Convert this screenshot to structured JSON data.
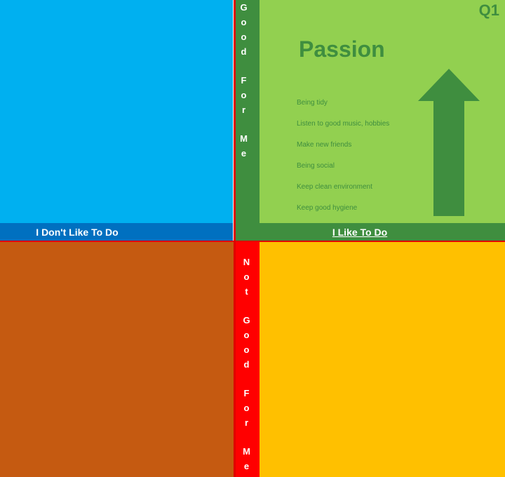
{
  "quadrants": {
    "top_left": {
      "color": "#00B0F0"
    },
    "top_right": {
      "color": "#92D050",
      "tag": "Q1",
      "title": "Passion",
      "items": [
        "Being tidy",
        "Listen to good music, hobbies",
        "Make new friends",
        "Being social",
        "Keep clean environment",
        "Keep good hygiene"
      ],
      "arrow_icon": "up-arrow"
    },
    "bottom_left": {
      "color": "#C55A11"
    },
    "bottom_right": {
      "color": "#FFC000"
    }
  },
  "axes": {
    "left_label": "I Don't Like To Do",
    "right_label": "I Like To Do",
    "top_label": [
      "G",
      "o",
      "o",
      "d",
      "",
      "F",
      "o",
      "r",
      "",
      "M",
      "e"
    ],
    "bottom_label": [
      "N",
      "o",
      "t",
      "",
      "G",
      "o",
      "o",
      "d",
      "",
      "F",
      "o",
      "r",
      "",
      "M",
      "e"
    ]
  },
  "colors": {
    "divider": "#E00000",
    "green_frame": "#3F8E3F",
    "left_bar": "#0070C0",
    "bottom_column": "#FF0000"
  }
}
